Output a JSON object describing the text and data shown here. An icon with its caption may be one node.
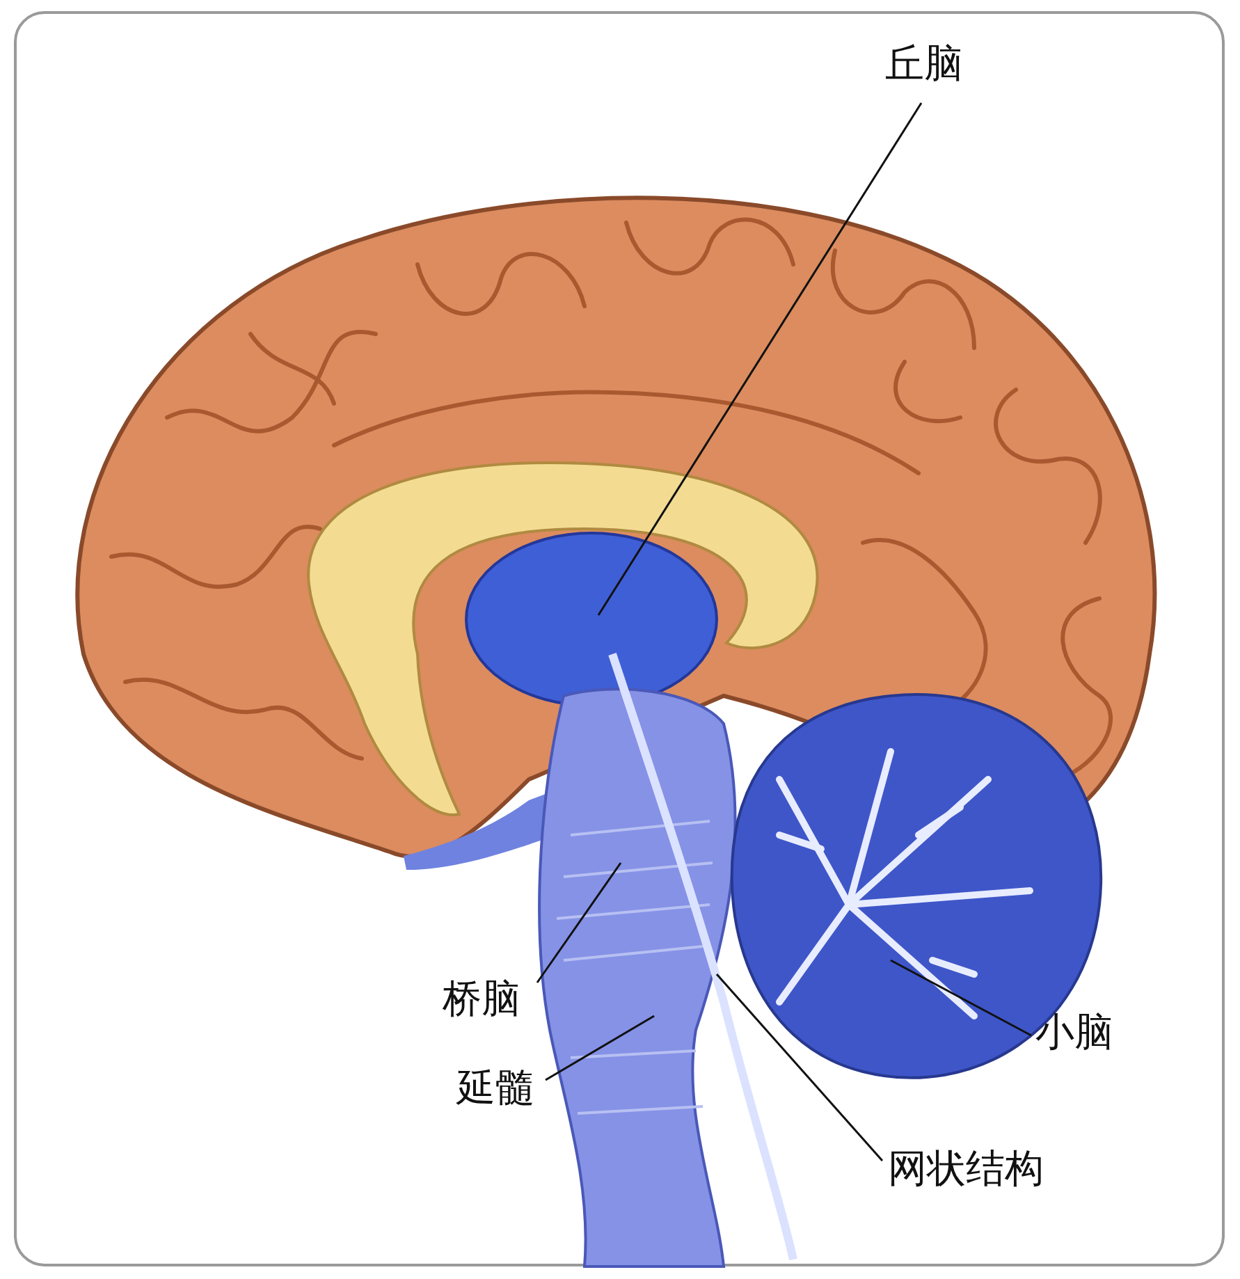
{
  "diagram": {
    "nodes": [
      {
        "text": [
          "丘脑"
        ]
      },
      {
        "text": [
          "桥脑"
        ]
      },
      {
        "text": [
          "延髓"
        ]
      },
      {
        "text": [
          "小脑"
        ]
      },
      {
        "text": [
          "网状结构"
        ]
      }
    ],
    "edges": [
      {
        "from": 0,
        "to": null,
        "arrow": "none"
      },
      {
        "from": 1,
        "to": null,
        "arrow": "none"
      },
      {
        "from": 2,
        "to": null,
        "arrow": "none"
      },
      {
        "from": 3,
        "to": null,
        "arrow": "none"
      },
      {
        "from": 4,
        "to": null,
        "arrow": "none"
      }
    ]
  }
}
